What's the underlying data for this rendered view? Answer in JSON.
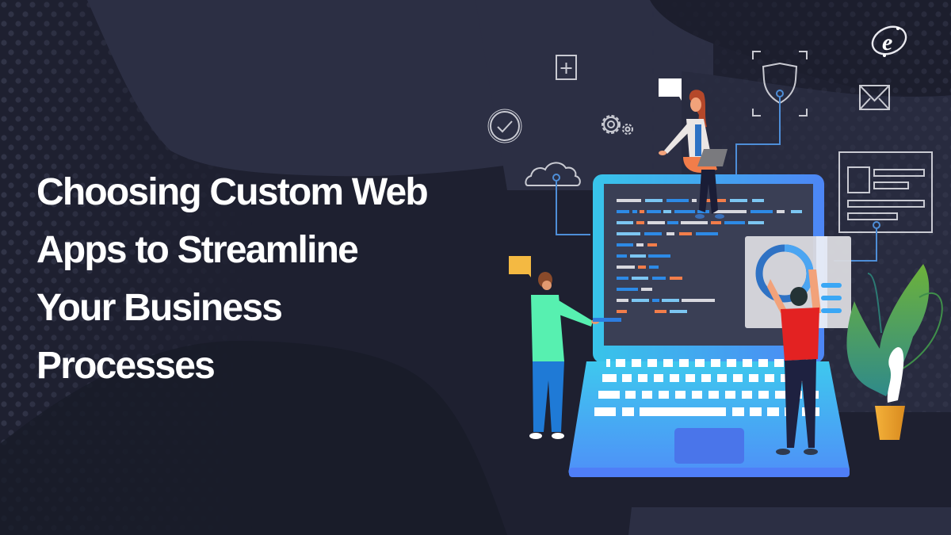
{
  "banner": {
    "title_lines": [
      "Choosing Custom Web",
      "Apps to Streamline",
      "Your Business",
      "Processes"
    ],
    "logo_letter": "e"
  },
  "illustration": {
    "icons": [
      "plus-document-icon",
      "speech-bubble-icon",
      "check-circle-icon",
      "gear-icon",
      "shield-icon",
      "mail-icon",
      "cloud-icon",
      "profile-card-icon",
      "yellow-chat-icon"
    ],
    "people": [
      "woman-sitting-on-laptop",
      "man-pointing-at-screen",
      "man-raising-arms"
    ],
    "objects": [
      "laptop",
      "donut-chart-panel",
      "potted-plant"
    ]
  },
  "colors": {
    "background_dark": "#1e2030",
    "background_blob": "#2c2f44",
    "laptop_blue": "#4aa3f5",
    "laptop_screen": "#3a3f55",
    "code_orange": "#f27d4a",
    "code_blue": "#2d8ae6",
    "code_light_blue": "#7cc6f2",
    "shirt_red": "#e32222",
    "shirt_green": "#57f0b0",
    "plant_green": "#5aa832",
    "pot_orange": "#f0a22c"
  }
}
